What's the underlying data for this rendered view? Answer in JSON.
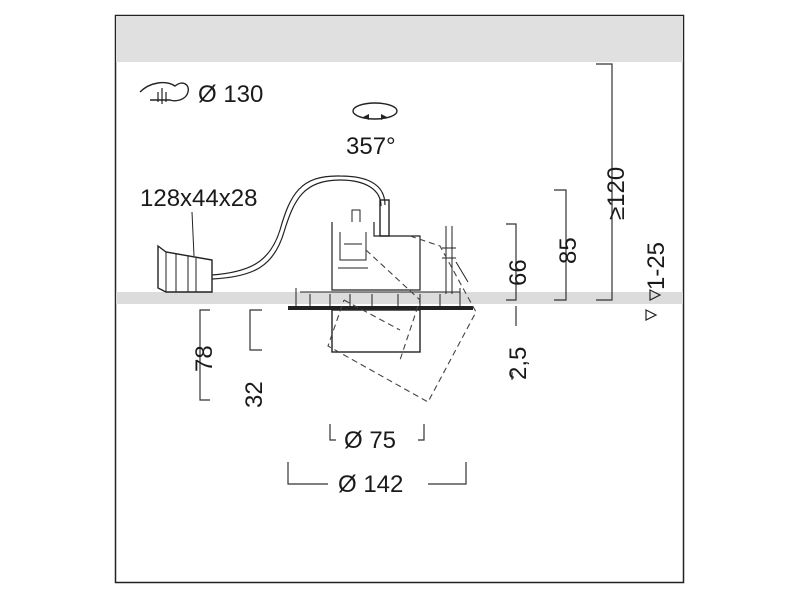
{
  "labels": {
    "cutout": "Ø 130",
    "rotation": "357°",
    "driver_box": "128x44x28",
    "depth_total": "78",
    "depth_32": "32",
    "height_66": "66",
    "height_85": "85",
    "height_120": "≥120",
    "ceiling_thickness": "1-25",
    "flange": "2,5",
    "inner_dia": "Ø 75",
    "outer_dia": "Ø 142"
  },
  "colors": {
    "background": "#ffffff",
    "ceiling_band": "#e0e0e0",
    "frame": "#222222",
    "lines": "#222222"
  },
  "icons": [
    "cutout-hand-icon",
    "rotation-arrow-icon",
    "triangle-marker-icon"
  ]
}
